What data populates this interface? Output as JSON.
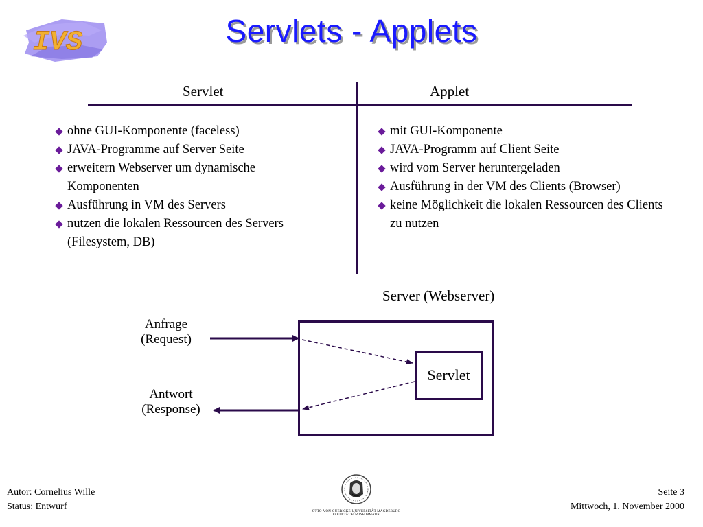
{
  "logo": {
    "text": "IVS"
  },
  "title": "Servlets - Applets",
  "columns": {
    "left_header": "Servlet",
    "right_header": "Applet"
  },
  "servlet_points": [
    "ohne GUI-Komponente (faceless)",
    "JAVA-Programme auf Server Seite",
    "erweitern Webserver um dynamische Komponenten",
    "Ausführung in VM des Servers",
    "nutzen die lokalen Ressourcen des Servers (Filesystem, DB)"
  ],
  "applet_points": [
    "mit GUI-Komponente",
    "JAVA-Programm auf Client Seite",
    "wird vom Server heruntergeladen",
    "Ausführung in der VM des Clients (Browser)",
    "keine Möglichkeit die lokalen Ressourcen des Clients zu nutzen"
  ],
  "diagram": {
    "server_label": "Server (Webserver)",
    "request_line1": "Anfrage",
    "request_line2": "(Request)",
    "response_line1": "Antwort",
    "response_line2": "(Response)",
    "servlet_label": "Servlet"
  },
  "footer": {
    "author": "Autor: Cornelius Wille",
    "status": "Status: Entwurf",
    "page": "Seite 3",
    "date": "Mittwoch, 1. November 2000",
    "seal_line1": "OTTO-VON-GUERICKE-UNIVERSITÄT MAGDEBURG",
    "seal_line2": "FAKULTÄT FÜR INFORMATIK"
  },
  "colors": {
    "title": "#1a1aff",
    "lines": "#2a0a4a",
    "bullet": "#6a1b9a",
    "logo_bg": "#9c8cf0",
    "logo_text": "#f2b030"
  }
}
